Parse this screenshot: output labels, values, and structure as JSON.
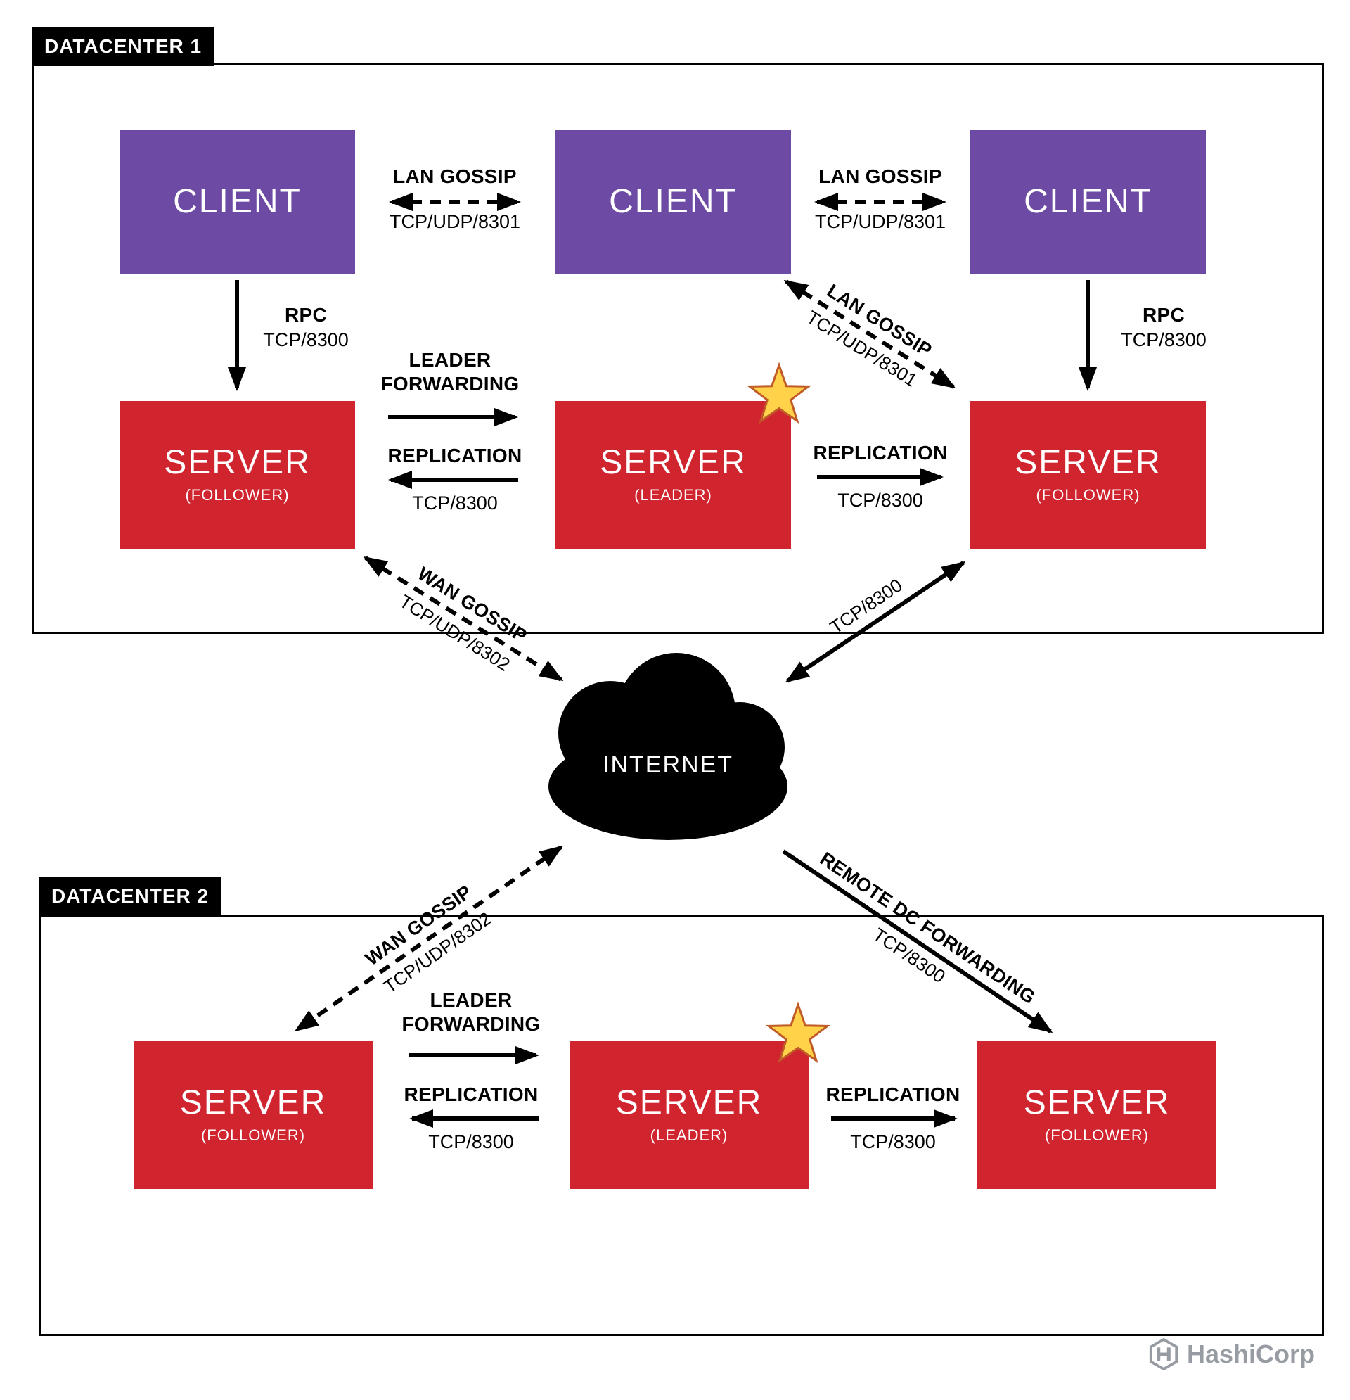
{
  "datacenter1": {
    "label": "DATACENTER 1",
    "clients": [
      {
        "title": "CLIENT"
      },
      {
        "title": "CLIENT"
      },
      {
        "title": "CLIENT"
      }
    ],
    "servers": [
      {
        "title": "SERVER",
        "role": "(FOLLOWER)"
      },
      {
        "title": "SERVER",
        "role": "(LEADER)"
      },
      {
        "title": "SERVER",
        "role": "(FOLLOWER)"
      }
    ]
  },
  "datacenter2": {
    "label": "DATACENTER 2",
    "servers": [
      {
        "title": "SERVER",
        "role": "(FOLLOWER)"
      },
      {
        "title": "SERVER",
        "role": "(LEADER)"
      },
      {
        "title": "SERVER",
        "role": "(FOLLOWER)"
      }
    ]
  },
  "internet": {
    "label": "INTERNET"
  },
  "edges": {
    "lan_gossip_top_left": {
      "label": "LAN GOSSIP",
      "port": "TCP/UDP/8301"
    },
    "lan_gossip_top_right": {
      "label": "LAN GOSSIP",
      "port": "TCP/UDP/8301"
    },
    "lan_gossip_diagonal": {
      "label": "LAN GOSSIP",
      "port": "TCP/UDP/8301"
    },
    "rpc_left": {
      "label": "RPC",
      "port": "TCP/8300"
    },
    "rpc_right": {
      "label": "RPC",
      "port": "TCP/8300"
    },
    "leader_forwarding_dc1": {
      "label": "LEADER FORWARDING"
    },
    "replication_left_dc1": {
      "label": "REPLICATION",
      "port": "TCP/8300"
    },
    "replication_right_dc1": {
      "label": "REPLICATION",
      "port": "TCP/8300"
    },
    "wan_gossip_dc1": {
      "label": "WAN GOSSIP",
      "port": "TCP/UDP/8302"
    },
    "internet_to_dc1_server": {
      "port": "TCP/8300"
    },
    "wan_gossip_dc2": {
      "label": "WAN GOSSIP",
      "port": "TCP/UDP/8302"
    },
    "remote_dc_forwarding": {
      "label": "REMOTE DC FORWARDING",
      "port": "TCP/8300"
    },
    "leader_forwarding_dc2": {
      "label": "LEADER FORWARDING"
    },
    "replication_left_dc2": {
      "label": "REPLICATION",
      "port": "TCP/8300"
    },
    "replication_right_dc2": {
      "label": "REPLICATION",
      "port": "TCP/8300"
    }
  },
  "branding": {
    "name": "HashiCorp"
  },
  "colors": {
    "client_purple": "#6d4aa3",
    "server_red": "#d0242f",
    "arrow_black": "#000000",
    "star_fill": "#ffd24a",
    "star_stroke": "#c05a26",
    "brand_gray": "#979ca2"
  }
}
